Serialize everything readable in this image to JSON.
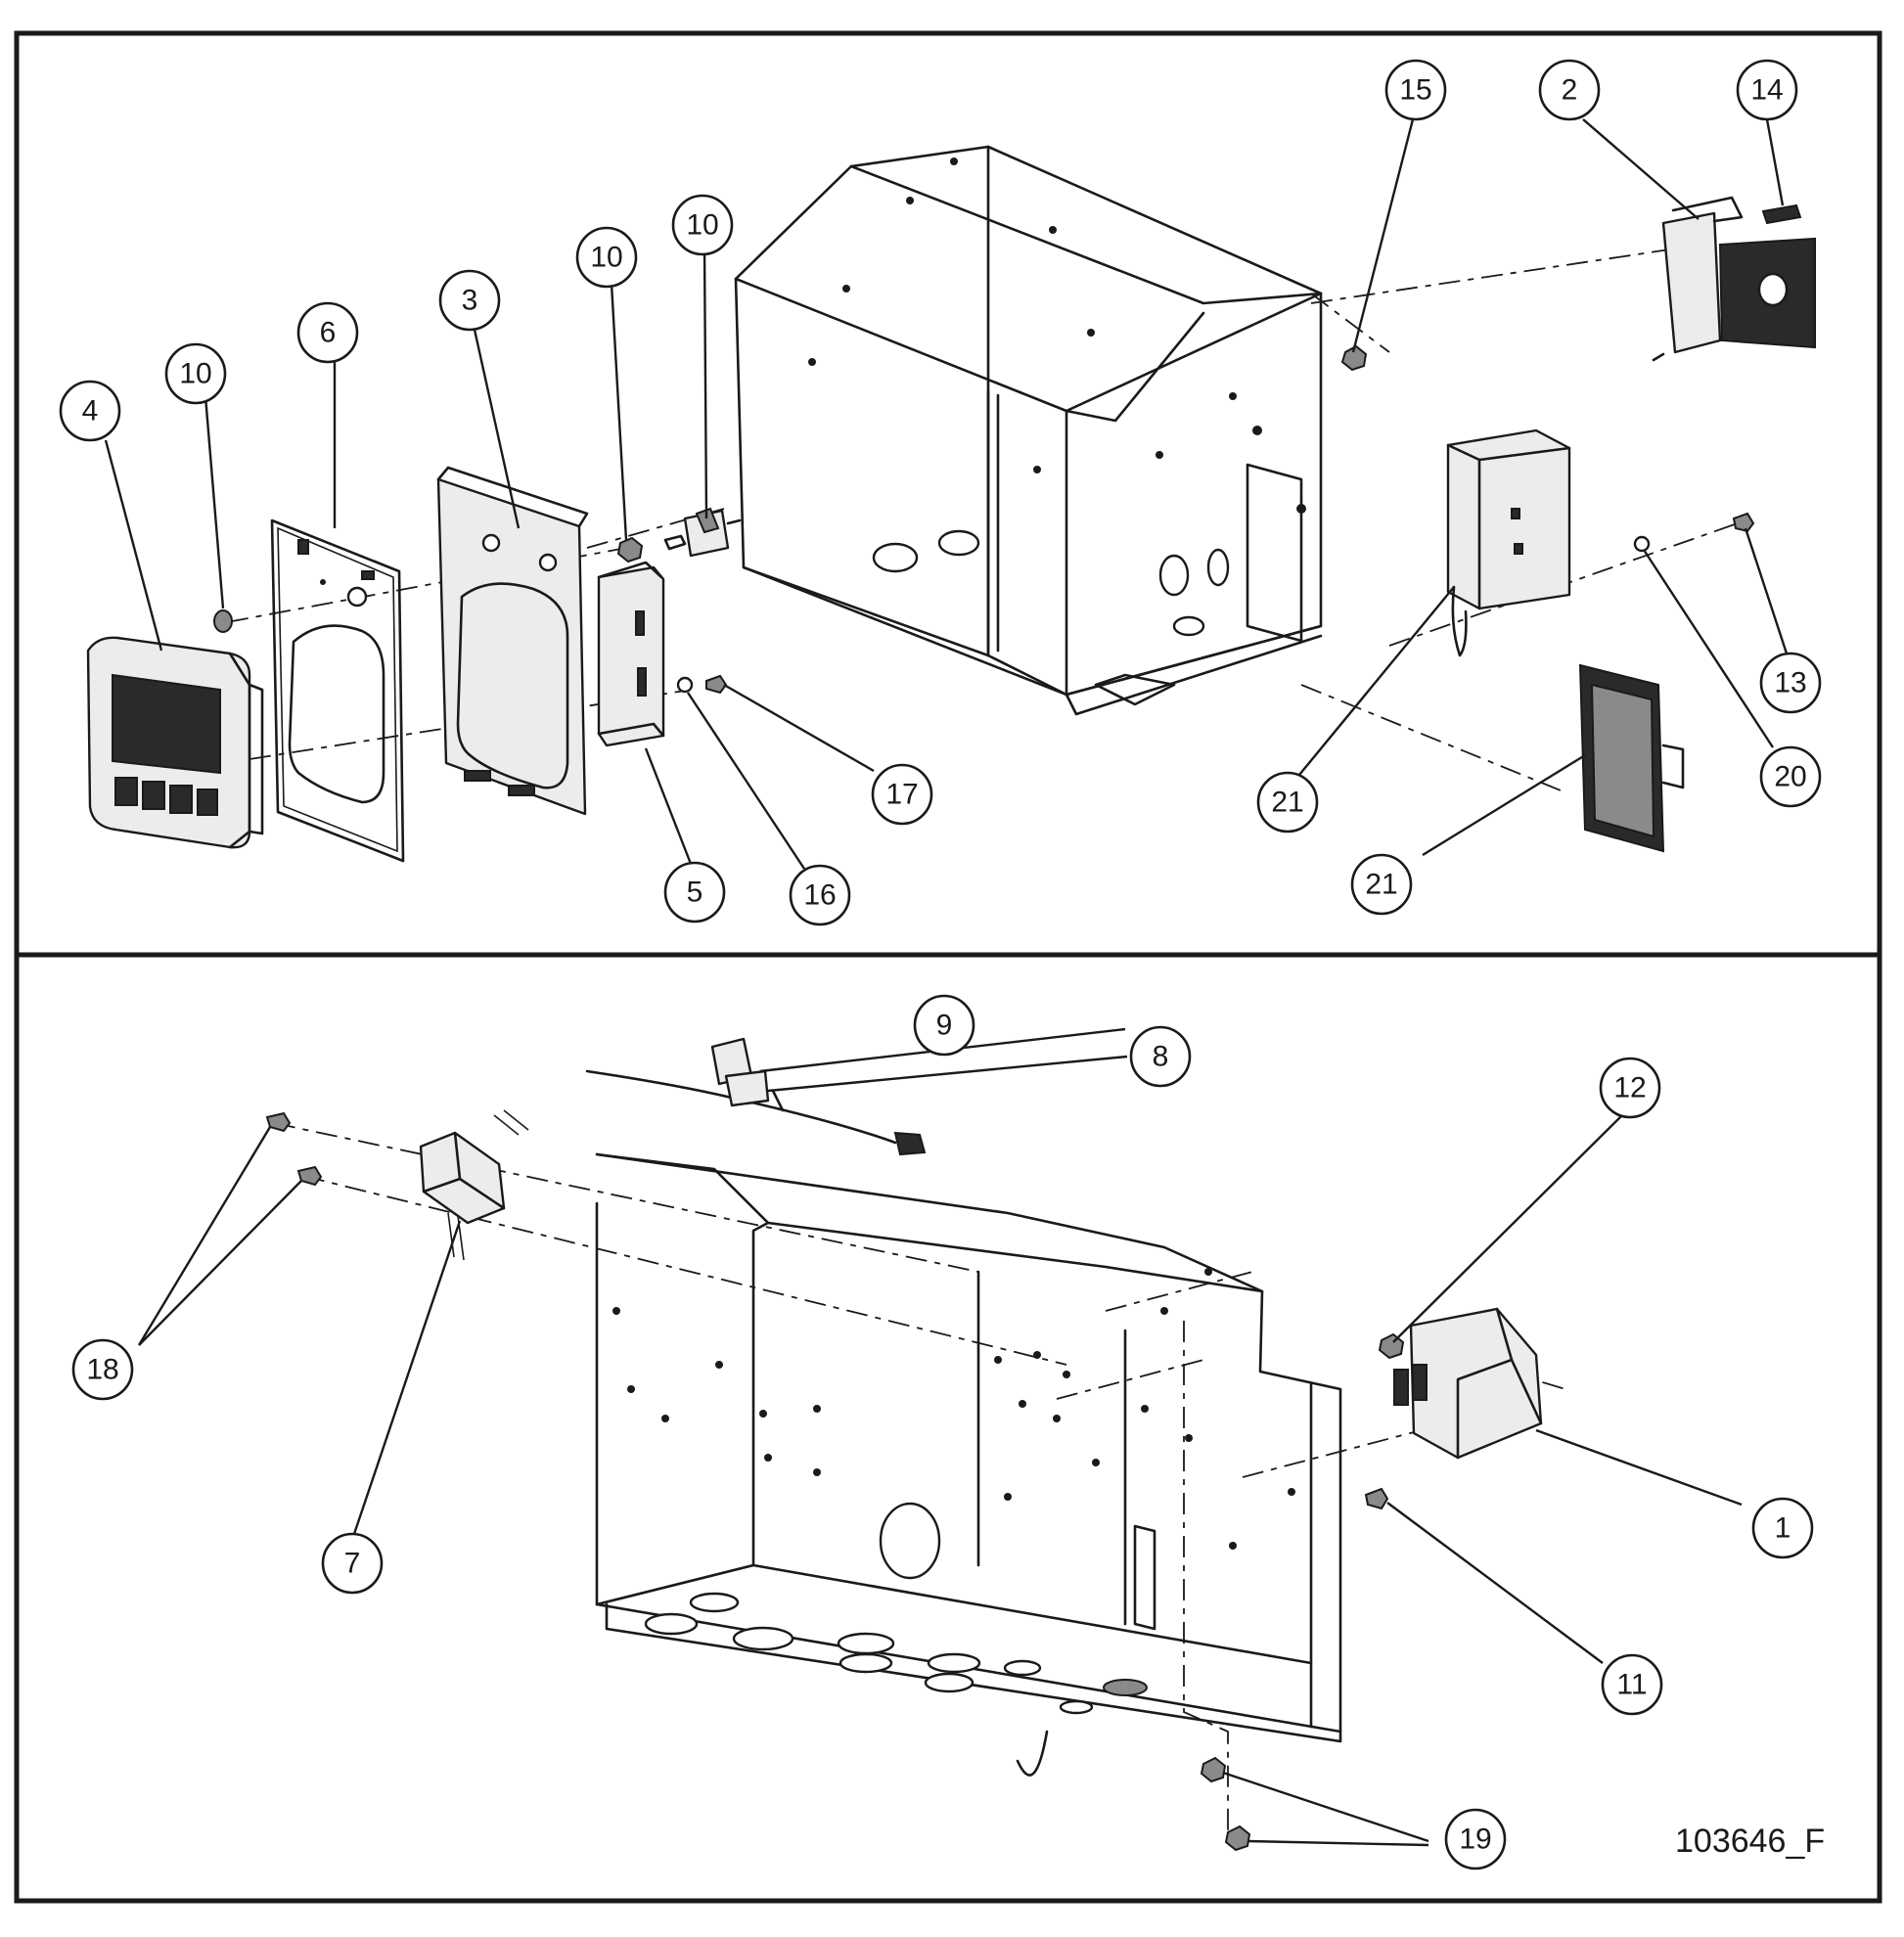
{
  "callouts": [
    {
      "id": "c4",
      "label": "4"
    },
    {
      "id": "c10a",
      "label": "10"
    },
    {
      "id": "c6",
      "label": "6"
    },
    {
      "id": "c3",
      "label": "3"
    },
    {
      "id": "c10b",
      "label": "10"
    },
    {
      "id": "c10c",
      "label": "10"
    },
    {
      "id": "c15",
      "label": "15"
    },
    {
      "id": "c2",
      "label": "2"
    },
    {
      "id": "c14",
      "label": "14"
    },
    {
      "id": "c13",
      "label": "13"
    },
    {
      "id": "c20",
      "label": "20"
    },
    {
      "id": "c21a",
      "label": "21"
    },
    {
      "id": "c21b",
      "label": "21"
    },
    {
      "id": "c17",
      "label": "17"
    },
    {
      "id": "c16",
      "label": "16"
    },
    {
      "id": "c5",
      "label": "5"
    },
    {
      "id": "c9",
      "label": "9"
    },
    {
      "id": "c8",
      "label": "8"
    },
    {
      "id": "c12",
      "label": "12"
    },
    {
      "id": "c18",
      "label": "18"
    },
    {
      "id": "c7",
      "label": "7"
    },
    {
      "id": "c1",
      "label": "1"
    },
    {
      "id": "c11",
      "label": "11"
    },
    {
      "id": "c19",
      "label": "19"
    }
  ],
  "document_number": "103646_F"
}
